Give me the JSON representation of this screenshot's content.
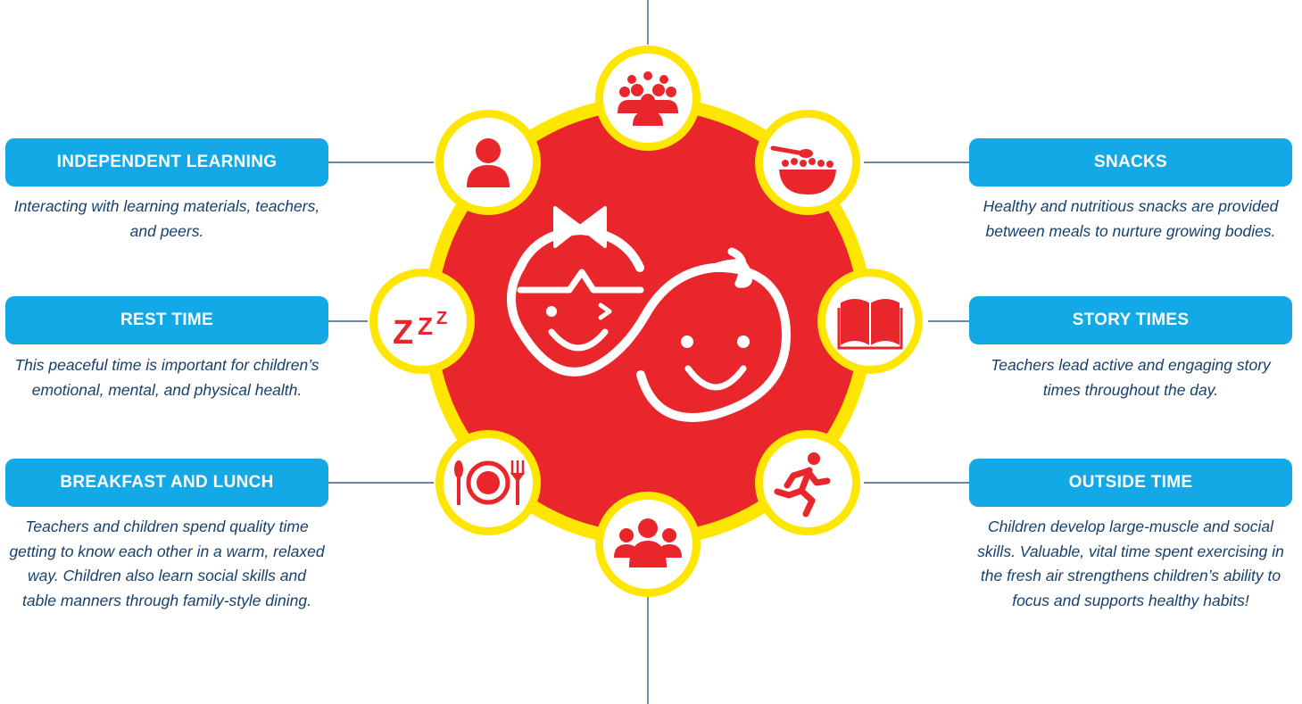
{
  "colors": {
    "red": "#e8262b",
    "yellow": "#ffe600",
    "blue": "#12a9e6",
    "navy": "#16406e",
    "line": "#3b5f80"
  },
  "hub": {
    "icon": "boy-and-girl-faces-icon"
  },
  "activities": [
    {
      "key": "independent-learning",
      "title": "INDEPENDENT LEARNING",
      "description": "Interacting with learning materials, teachers, and peers.",
      "icon": "person-icon"
    },
    {
      "key": "rest-time",
      "title": "REST TIME",
      "description": "This peaceful time is important for children’s emotional, mental, and physical health.",
      "icon": "zzz-icon"
    },
    {
      "key": "breakfast-and-lunch",
      "title": "BREAKFAST AND LUNCH",
      "description": "Teachers and children spend quality time getting to know each other in a warm, relaxed way. Children also learn social skills and table manners through family-style dining.",
      "icon": "plate-and-cutlery-icon"
    },
    {
      "key": "snacks",
      "title": "SNACKS",
      "description": "Healthy and nutritious snacks are provided between meals to nurture growing bodies.",
      "icon": "bowl-and-spoon-icon"
    },
    {
      "key": "story-times",
      "title": "STORY TIMES",
      "description": "Teachers lead active and engaging story times throughout the day.",
      "icon": "open-book-icon"
    },
    {
      "key": "outside-time",
      "title": "OUTSIDE TIME",
      "description": "Children develop large-muscle and social skills. Valuable, vital time spent exercising in the fresh air strengthens children’s ability to focus and supports healthy habits!",
      "icon": "running-child-icon"
    }
  ],
  "unlabeled_icons": [
    {
      "icon": "large-group-icon"
    },
    {
      "icon": "small-group-icon"
    }
  ]
}
